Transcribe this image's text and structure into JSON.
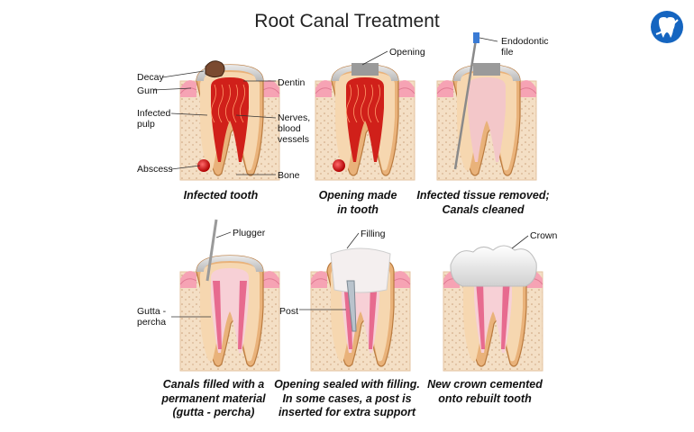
{
  "title": "Root Canal Treatment",
  "logo_icon": "tooth-logo-icon",
  "accent_color": "#1565c0",
  "panels": [
    {
      "caption": "Infected tooth",
      "labels": {
        "decay": "Decay",
        "gum": "Gum",
        "infected_pulp": "Infected\npulp",
        "abscess": "Abscess",
        "dentin": "Dentin",
        "nerves": "Nerves,\nblood\nvessels",
        "bone": "Bone"
      }
    },
    {
      "caption": "Opening made\nin tooth",
      "labels": {
        "opening": "Opening"
      }
    },
    {
      "caption": "Infected tissue removed;\nCanals cleaned",
      "labels": {
        "file": "Endodontic\nfile"
      }
    },
    {
      "caption": "Canals filled with a\npermanent material\n(gutta - percha)",
      "labels": {
        "plugger": "Plugger",
        "gutta": "Gutta -\npercha"
      }
    },
    {
      "caption": "Opening sealed with filling.\nIn some cases, a post is\ninserted for extra support",
      "labels": {
        "filling": "Filling",
        "post": "Post"
      }
    },
    {
      "caption": "New crown cemented\nonto rebuilt tooth",
      "labels": {
        "crown": "Crown"
      }
    }
  ]
}
